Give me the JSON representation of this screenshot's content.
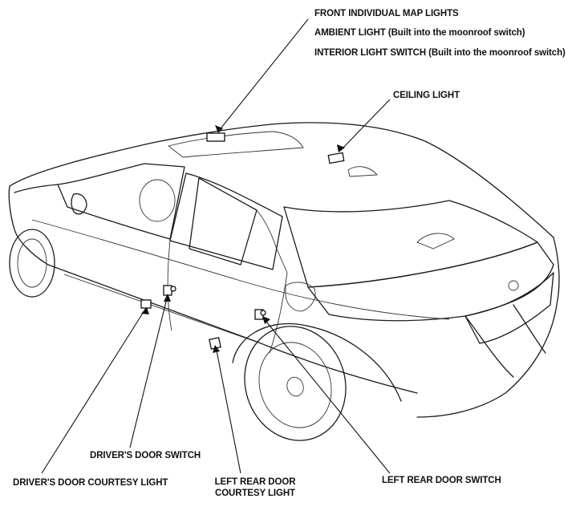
{
  "callouts": {
    "front_map_lights": "FRONT INDIVIDUAL MAP LIGHTS",
    "ambient_light": "AMBIENT LIGHT (Built into the moonroof switch)",
    "interior_light_switch": "INTERIOR LIGHT SWITCH (Built into the moonroof switch)",
    "ceiling_light": "CEILING LIGHT",
    "drivers_door_switch": "DRIVER'S DOOR SWITCH",
    "drivers_door_courtesy_light": "DRIVER'S DOOR COURTESY LIGHT",
    "left_rear_door_courtesy_light_1": "LEFT REAR DOOR",
    "left_rear_door_courtesy_light_2": "COURTESY LIGHT",
    "left_rear_door_switch": "LEFT REAR DOOR SWITCH"
  }
}
